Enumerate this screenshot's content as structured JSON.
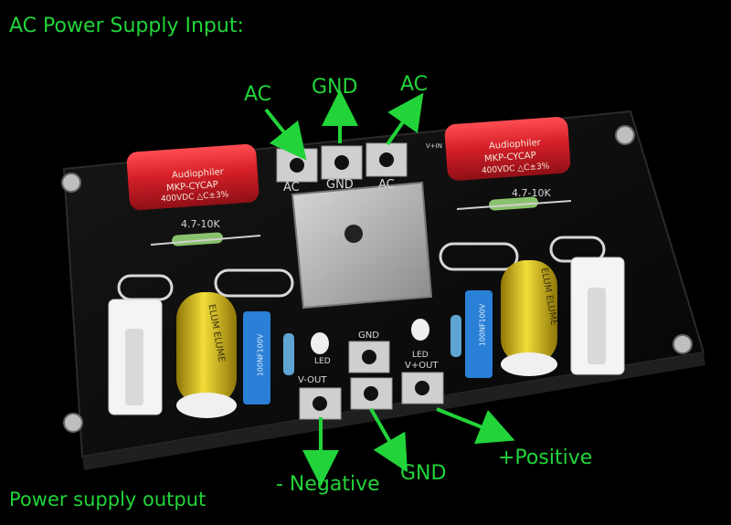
{
  "labels": {
    "title": "AC Power Supply Input:",
    "top_ac_left": "AC",
    "top_gnd": "GND",
    "top_ac_right": "AC",
    "negative": "- Negative",
    "gnd_bottom": "GND",
    "positive": "+Positive",
    "footer": "Power supply output"
  },
  "silkscreen": {
    "ac_left": "AC",
    "gnd": "GND",
    "ac_right": "AC",
    "resistor_left": "4.7-10K",
    "resistor_right": "4.7-10K",
    "gnd_mid": "GND",
    "led_left": "LED",
    "led_right": "LED",
    "v_out": "V-OUT",
    "v_plus_out": "V+OUT",
    "v_in": "V+IN"
  },
  "capacitor_film": {
    "brand": "Audiophiler",
    "model": "MKP-CYCAP",
    "rating": "400VDC △C±3%"
  },
  "electrolytic_brand": "ELUM ELUME",
  "blue_cap_text": "100NF100V",
  "colors": {
    "annotation_green": "#22d43a",
    "pcb_black": "#0b0b0b",
    "film_cap_red": "#d51f28",
    "electrolytic_gold": "#d9bb20",
    "bridge_gray": "#b7b7b7",
    "film_blue": "#2a7fd6"
  }
}
